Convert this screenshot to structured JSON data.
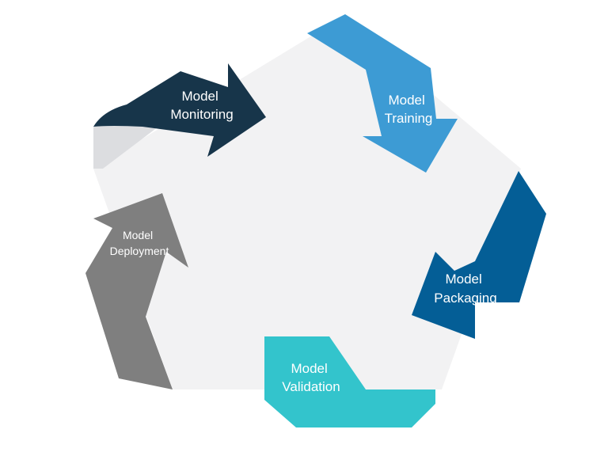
{
  "diagram": {
    "type": "cycle",
    "steps": [
      {
        "line1": "Model",
        "line2": "Training",
        "color": "#3d9bd4"
      },
      {
        "line1": "Model",
        "line2": "Packaging",
        "color": "#045e96"
      },
      {
        "line1": "Model",
        "line2": "Validation",
        "color": "#33c4cc"
      },
      {
        "line1": "Model",
        "line2": "Deployment",
        "color": "#7f7f7f"
      },
      {
        "line1": "Model",
        "line2": "Monitoring",
        "color": "#17354a"
      }
    ],
    "background_color": "#f2f2f3"
  }
}
